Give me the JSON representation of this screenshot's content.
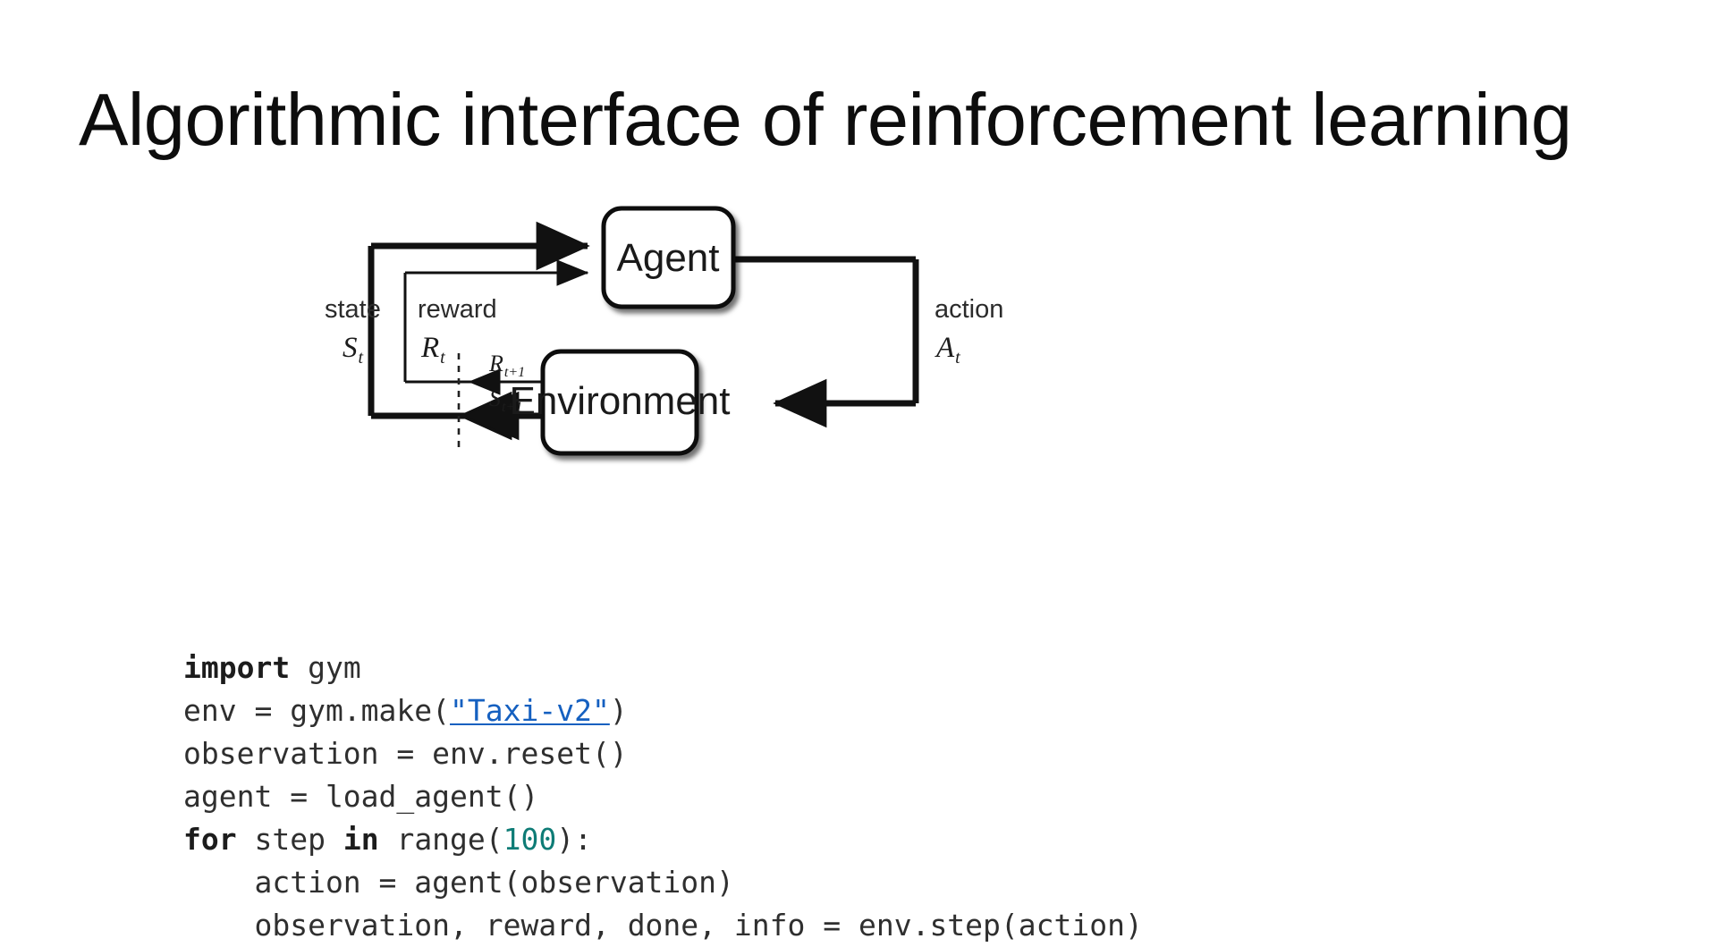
{
  "slide": {
    "title": "Algorithmic interface of reinforcement learning",
    "background_color": "#ffffff"
  },
  "diagram": {
    "name": "agent-environment-interaction-loop",
    "nodes": [
      {
        "id": "agent",
        "label": "Agent"
      },
      {
        "id": "environment",
        "label": "Environment"
      }
    ],
    "edges": [
      {
        "id": "state",
        "label": "state",
        "symbol": "S",
        "subscript": "t",
        "from": "environment",
        "to": "agent",
        "weight": "thick"
      },
      {
        "id": "reward",
        "label": "reward",
        "symbol": "R",
        "subscript": "t",
        "from": "environment",
        "to": "agent",
        "weight": "thin"
      },
      {
        "id": "action",
        "label": "action",
        "symbol": "A",
        "subscript": "t",
        "from": "agent",
        "to": "environment",
        "weight": "thick"
      }
    ],
    "time_step_labels": [
      {
        "id": "reward-next",
        "symbol": "R",
        "subscript": "t+1"
      },
      {
        "id": "state-next",
        "symbol": "S",
        "subscript": "t+1"
      }
    ],
    "divider": "dashed-time-boundary"
  },
  "code": {
    "language": "python",
    "link_color": "#1560c0",
    "number_color": "#0e7c76",
    "lines": [
      {
        "id": "line-1",
        "tokens": [
          {
            "t": "import",
            "k": "kw"
          },
          {
            "t": " gym",
            "k": "plain"
          }
        ]
      },
      {
        "id": "line-2",
        "tokens": [
          {
            "t": "env = gym.make(",
            "k": "plain"
          },
          {
            "t": "\"Taxi-v2\"",
            "k": "lnk"
          },
          {
            "t": ")",
            "k": "plain"
          }
        ]
      },
      {
        "id": "line-3",
        "tokens": [
          {
            "t": "observation = env.reset()",
            "k": "plain"
          }
        ]
      },
      {
        "id": "line-4",
        "tokens": [
          {
            "t": "agent = load_agent()",
            "k": "plain"
          }
        ]
      },
      {
        "id": "line-5",
        "tokens": [
          {
            "t": "for",
            "k": "kw"
          },
          {
            "t": " step ",
            "k": "plain"
          },
          {
            "t": "in",
            "k": "kw"
          },
          {
            "t": " range(",
            "k": "plain"
          },
          {
            "t": "100",
            "k": "num"
          },
          {
            "t": "):",
            "k": "plain"
          }
        ]
      },
      {
        "id": "line-6",
        "tokens": [
          {
            "t": "    action = agent(observation)",
            "k": "plain"
          }
        ]
      },
      {
        "id": "line-7",
        "tokens": [
          {
            "t": "    observation, reward, done, info = env.step(action)",
            "k": "plain"
          }
        ]
      }
    ]
  }
}
